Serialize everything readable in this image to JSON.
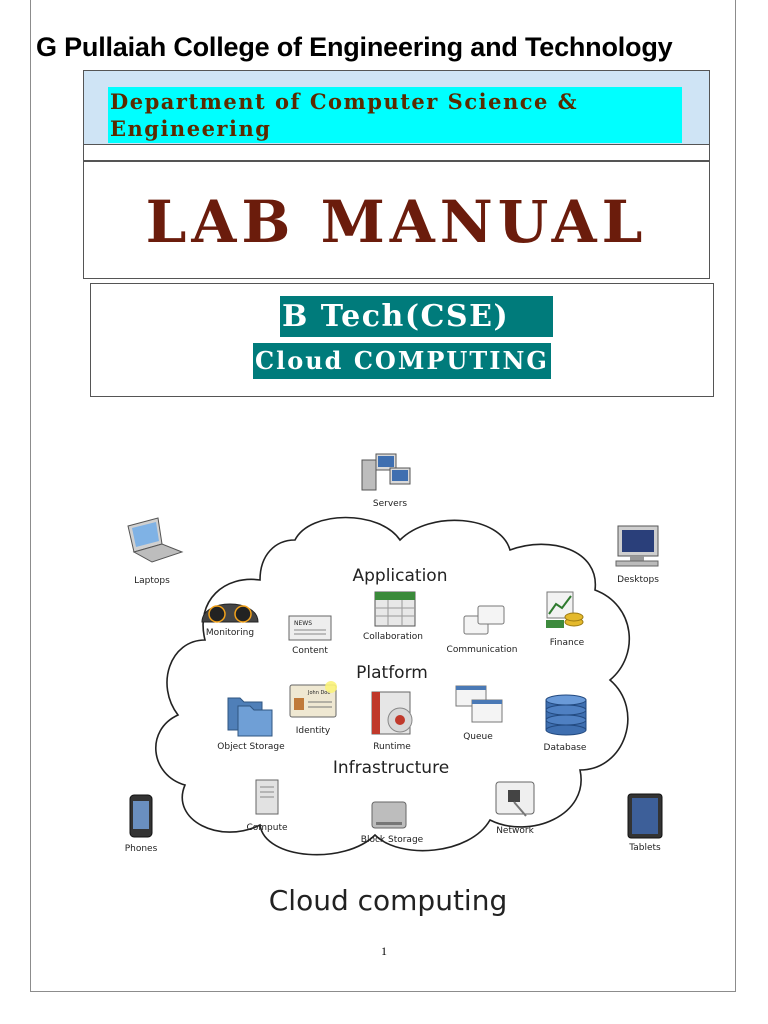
{
  "header": {
    "college_name": "G Pullaiah College of Engineering and Technology",
    "department": "Department of Computer Science & Engineering"
  },
  "title_block": {
    "title": "LAB MANUAL",
    "program": "B Tech(CSE)",
    "subject": "Cloud COMPUTING"
  },
  "diagram": {
    "caption": "Cloud computing",
    "layers": {
      "application": "Application",
      "platform": "Platform",
      "infrastructure": "Infrastructure"
    },
    "outer_devices": {
      "servers": "Servers",
      "laptops": "Laptops",
      "desktops": "Desktops",
      "phones": "Phones",
      "tablets": "Tablets"
    },
    "components": {
      "monitoring": "Monitoring",
      "content": "Content",
      "collaboration": "Collaboration",
      "communication": "Communication",
      "finance": "Finance",
      "identity": "Identity",
      "object_storage": "Object Storage",
      "runtime": "Runtime",
      "queue": "Queue",
      "database": "Database",
      "compute": "Compute",
      "block_storage": "Block Storage",
      "network": "Network"
    },
    "identity_card_name": "John Doe",
    "content_icon_label": "NEWS"
  },
  "footer": {
    "page_number": "1"
  }
}
